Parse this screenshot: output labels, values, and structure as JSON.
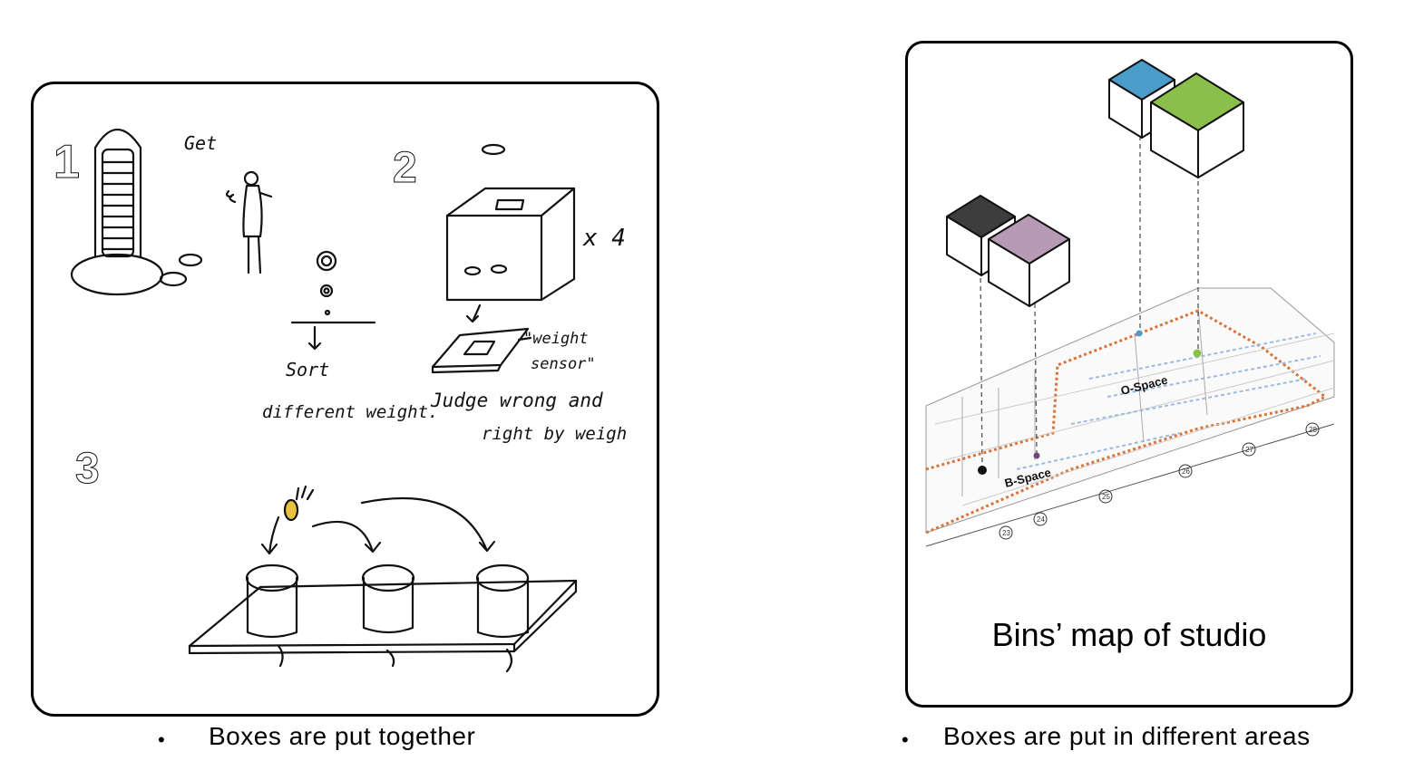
{
  "left_panel": {
    "step_labels": [
      "1",
      "2",
      "3"
    ],
    "notes": {
      "get": "Get",
      "x4": "x 4",
      "weight_sensor_1": "\"weight",
      "weight_sensor_2": "sensor\"",
      "sort": "Sort",
      "different_weight": "different weight.",
      "judge_1": "Judge wrong and",
      "judge_2": "right by weigh"
    },
    "caption": "Boxes are put together"
  },
  "right_panel": {
    "area_labels": [
      "O-Space",
      "B-Space"
    ],
    "grid_numbers": [
      "23",
      "24",
      "25",
      "26",
      "27",
      "28"
    ],
    "title": "Bins’ map of studio",
    "caption": "Boxes are put in different areas",
    "box_colors": {
      "blue": "#4A9CCB",
      "green": "#8BBF4B",
      "dark": "#3D3D3D",
      "purple": "#B79BB5"
    }
  },
  "bullet": "•"
}
